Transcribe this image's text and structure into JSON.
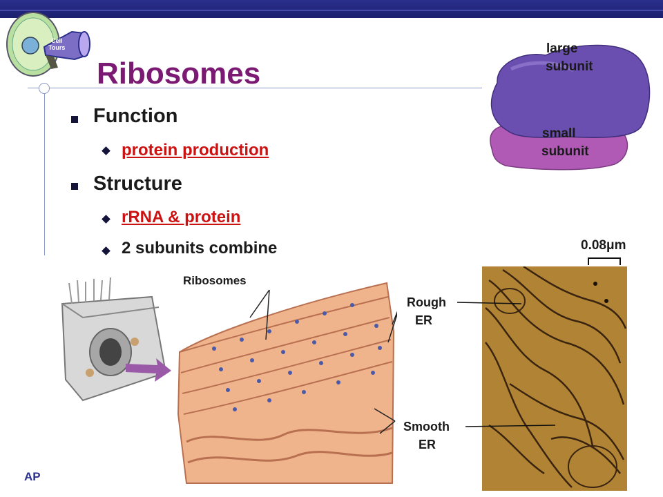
{
  "slide": {
    "title": "Ribosomes",
    "footer": "AP",
    "logo_text": [
      "Cell",
      "Tours"
    ]
  },
  "bullets": [
    {
      "text": "Function",
      "level": 1
    },
    {
      "text": "protein production",
      "level": 2,
      "highlight": true
    },
    {
      "text": "Structure",
      "level": 1
    },
    {
      "text": "rRNA & protein",
      "level": 2,
      "highlight": true
    },
    {
      "text": "2 subunits combine",
      "level": 2,
      "highlight": false
    }
  ],
  "ribosome_labels": {
    "large": [
      "large",
      "subunit"
    ],
    "small": [
      "small",
      "subunit"
    ]
  },
  "er_labels": {
    "ribosomes": "Ribosomes",
    "rough": [
      "Rough",
      "ER"
    ],
    "smooth": [
      "Smooth",
      "ER"
    ],
    "scale": "0.08μm"
  },
  "colors": {
    "title": "#7a1a72",
    "highlight": "#cc1111",
    "large_subunit": "#6b4fb0",
    "small_subunit": "#b05ab6",
    "er": "#e8a27e",
    "micrograph": "#a87a28"
  }
}
